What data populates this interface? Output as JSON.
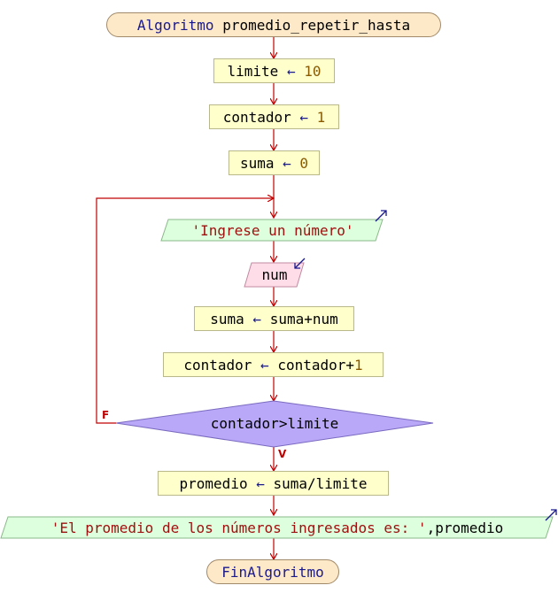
{
  "start": {
    "keyword": "Algoritmo",
    "name": "promedio_repetir_hasta"
  },
  "assign_arrow": "←",
  "step_limite": {
    "var": "limite",
    "value": "10"
  },
  "step_contador": {
    "var": "contador",
    "value": "1"
  },
  "step_suma": {
    "var": "suma",
    "value": "0"
  },
  "output_prompt": {
    "text": "'Ingrese un número'"
  },
  "input_num": {
    "text": "num"
  },
  "step_suma_acc": {
    "var": "suma",
    "expr": "suma+num"
  },
  "step_contador_inc": {
    "var": "contador",
    "expr_a": "contador+",
    "expr_b": "1"
  },
  "decision": {
    "text": "contador>limite",
    "false_label": "F",
    "true_label": "V"
  },
  "step_promedio": {
    "var": "promedio",
    "expr": "suma/limite"
  },
  "output_result": {
    "str": "'El promedio de los números ingresados es: '",
    "rest": ",promedio"
  },
  "end": {
    "keyword": "FinAlgoritmo"
  },
  "colors": {
    "flow_line": "#c00000",
    "io_icon": "#1a1a8c",
    "terminal_fill": "#fde8c8",
    "process_fill": "#ffffcc",
    "output_fill": "#ddffdd",
    "input_fill": "#ffdde8",
    "decision_fill": "#b9a7f7"
  }
}
